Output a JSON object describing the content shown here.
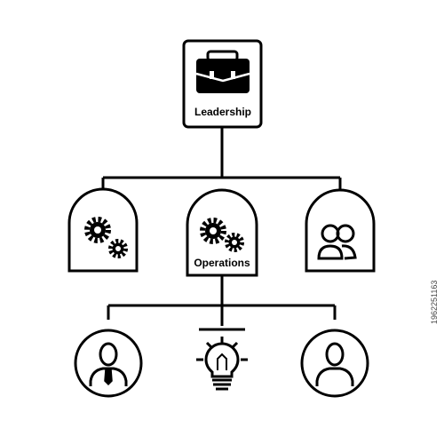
{
  "nodes": {
    "leadership": {
      "label": "Leadership",
      "icon": "briefcase-icon"
    },
    "settings": {
      "label": "",
      "icon": "gears-icon"
    },
    "operations": {
      "label": "Operations",
      "icon": "gears-icon"
    },
    "team": {
      "label": "",
      "icon": "people-icon"
    },
    "manager": {
      "label": "",
      "icon": "person-tie-icon"
    },
    "idea": {
      "label": "",
      "icon": "lightbulb-icon"
    },
    "member": {
      "label": "",
      "icon": "person-icon"
    }
  },
  "stock_id": "1962251163",
  "colors": {
    "stroke": "#000000",
    "background": "#ffffff"
  }
}
